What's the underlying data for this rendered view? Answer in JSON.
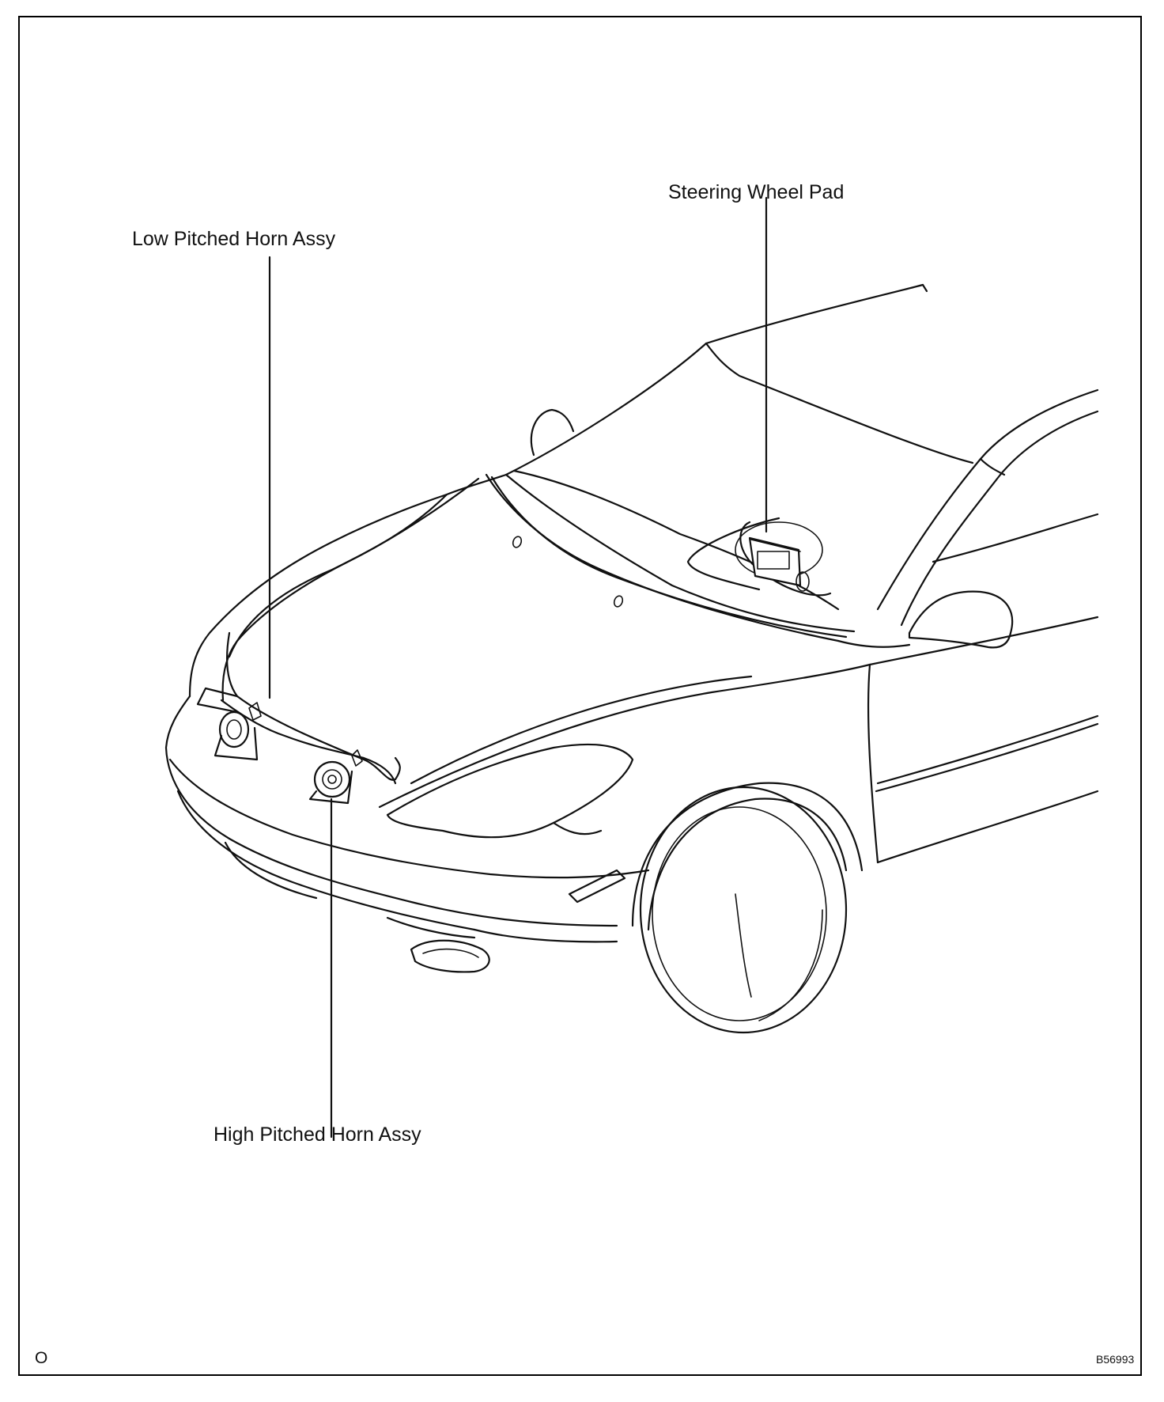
{
  "callouts": {
    "low_pitched_horn": "Low Pitched Horn Assy",
    "steering_wheel_pad": "Steering Wheel Pad",
    "high_pitched_horn": "High Pitched Horn Assy"
  },
  "corner_mark": "O",
  "figure_code": "B56993",
  "colors": {
    "line": "#111111",
    "background": "#ffffff"
  }
}
